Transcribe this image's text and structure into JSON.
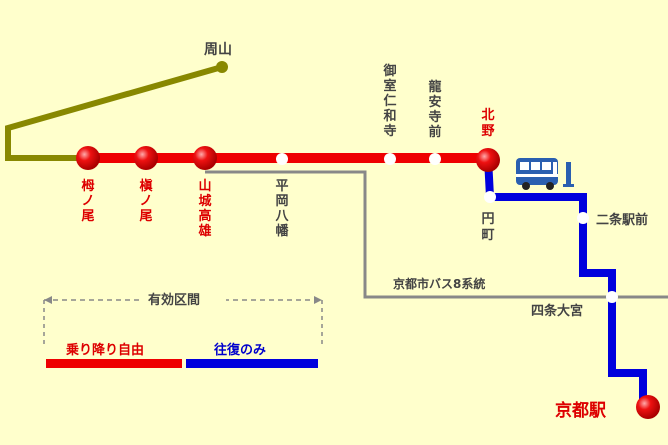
{
  "colors": {
    "background": "#ffffcc",
    "free_route": "#ee0000",
    "round_trip_route": "#0000dd",
    "shuyama_branch": "#888800",
    "bus_route": "#888888",
    "gray_text": "#444444",
    "red_text": "#dd0000",
    "blue_text": "#0000cc"
  },
  "stations": {
    "shuzan": "周山",
    "tomonoo": "栂ノ尾",
    "makinoo": "槇ノ尾",
    "yamashiro_takao": "山城高雄",
    "hiraoka_hachiman": "平岡八幡",
    "omuro_ninnaji": "御室仁和寺",
    "ryoanji_mae": "龍安寺前",
    "kitano": "北野",
    "enmachi": "円町",
    "nijo_ekimae": "二条駅前",
    "shijo_omiya": "四条大宮",
    "kyoto_eki": "京都駅"
  },
  "bus_route_label": "京都市バス8系統",
  "legend": {
    "title": "有効区間",
    "free_label": "乗り降り自由",
    "round_trip_label": "往復のみ"
  },
  "icons": {
    "bus": "bus-icon",
    "bus_stop": "bus-stop-icon"
  }
}
